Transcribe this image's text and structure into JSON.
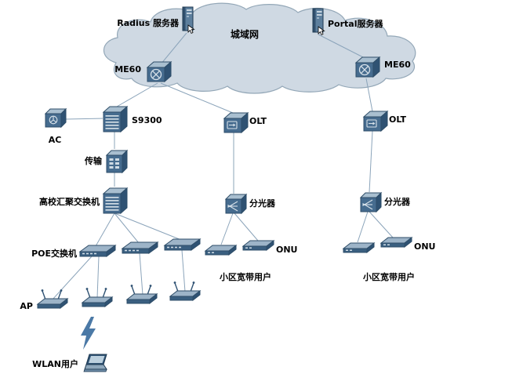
{
  "diagram": {
    "cloud": {
      "label": "城域网"
    },
    "nodes": {
      "radius_server": {
        "label": "Radius 服务器"
      },
      "portal_server": {
        "label": "Portal服务器"
      },
      "me60_left": {
        "label": "ME60"
      },
      "me60_right": {
        "label": "ME60"
      },
      "ac": {
        "label": "AC"
      },
      "s9300": {
        "label": "S9300"
      },
      "transmission": {
        "label": "传输"
      },
      "campus_agg_switch": {
        "label": "高校汇聚交换机"
      },
      "poe_switch": {
        "label": "POE交换机"
      },
      "ap": {
        "label": "AP"
      },
      "wlan_user": {
        "label": "WLAN用户"
      },
      "olt_middle": {
        "label": "OLT"
      },
      "splitter_middle": {
        "label": "分光器"
      },
      "onu_middle": {
        "label": "ONU"
      },
      "broadband_users_middle": {
        "label": "小区宽带用户"
      },
      "olt_right": {
        "label": "OLT"
      },
      "splitter_right": {
        "label": "分光器"
      },
      "onu_right": {
        "label": "ONU"
      },
      "broadband_users_right": {
        "label": "小区宽带用户"
      }
    },
    "colors": {
      "device_front": "#466c8f",
      "device_top": "#a9bfd0",
      "device_side": "#2f5273",
      "device_outline": "#2e4d68",
      "cloud_fill": "#cfd9e3",
      "cloud_stroke": "#93a7b7",
      "line": "#8ba4ba",
      "lightning": "#4b79a6",
      "label": "#000000",
      "background": "#ffffff"
    }
  }
}
